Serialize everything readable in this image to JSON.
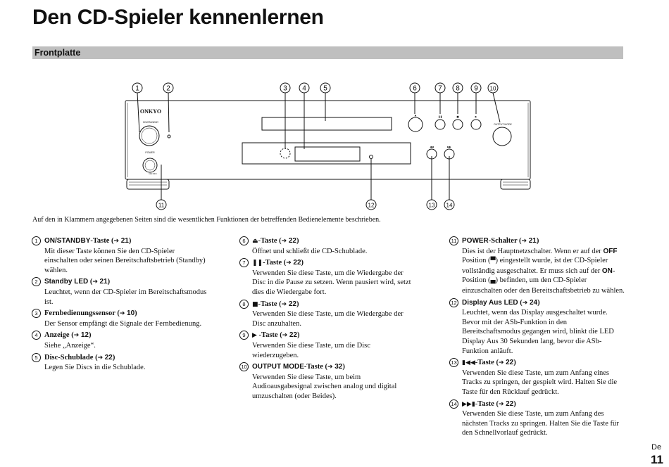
{
  "header": {
    "title": "Den CD-Spieler kennenlernen",
    "section": "Frontplatte"
  },
  "diagram": {
    "brand": "ONKYO",
    "label_on_standby": "ON/STANDBY",
    "label_power": "POWER",
    "label_power_switch": "ON  OFF",
    "label_output_mode": "OUTPUT MODE",
    "callouts": [
      "1",
      "2",
      "3",
      "4",
      "5",
      "6",
      "7",
      "8",
      "9",
      "10",
      "11",
      "12",
      "13",
      "14"
    ]
  },
  "intro": "Auf den in Klammern angegebenen Seiten sind die wesentlichen Funktionen der betreffenden Bedienelemente beschrieben.",
  "items": [
    {
      "num": "1",
      "name": "ON/STANDBY",
      "suffix": "-Taste (",
      "arrow": "➔",
      "ref": "21",
      "close": ")",
      "text": "Mit dieser Taste können Sie den CD-Spieler einschalten oder seinen Bereitschaftsbetrieb (Standby) wählen."
    },
    {
      "num": "2",
      "name": "Standby LED",
      "suffix": " (",
      "arrow": "➔",
      "ref": "21",
      "close": ")",
      "text": "Leuchtet, wenn der CD-Spieler im Bereitschaftsmodus ist."
    },
    {
      "num": "3",
      "name": "Fernbedienungssensor",
      "suffix": " (",
      "arrow": "➔",
      "ref": "10",
      "close": ")",
      "text": "Der Sensor empfängt die Signale der Fernbedienung."
    },
    {
      "num": "4",
      "name": "Anzeige",
      "suffix": " (",
      "arrow": "➔",
      "ref": "12",
      "close": ")",
      "text": "Siehe „Anzeige“."
    },
    {
      "num": "5",
      "name": "Disc-Schublade",
      "suffix": " (",
      "arrow": "➔",
      "ref": "22",
      "close": ")",
      "text": "Legen Sie Discs in die Schublade."
    },
    {
      "num": "6",
      "symbol": "⏏",
      "suffix": "-Taste (",
      "arrow": "➔",
      "ref": "22",
      "close": ")",
      "text": "Öffnet und schließt die CD-Schublade."
    },
    {
      "num": "7",
      "symbol": "❚❚",
      "suffix": "-Taste (",
      "arrow": "➔",
      "ref": "22",
      "close": ")",
      "text": "Verwenden Sie diese Taste, um die Wiedergabe der Disc in die Pause zu setzen. Wenn pausiert wird, setzt dies die Wiedergabe fort."
    },
    {
      "num": "8",
      "symbol": "■",
      "suffix": "-Taste (",
      "arrow": "➔",
      "ref": "22",
      "close": ")",
      "text": "Verwenden Sie diese Taste, um die Wiedergabe der Disc anzuhalten."
    },
    {
      "num": "9",
      "symbol": "▶",
      "suffix": " -Taste (",
      "arrow": "➔",
      "ref": "22",
      "close": ")",
      "text": "Verwenden Sie diese Taste, um die Disc wiederzugeben."
    },
    {
      "num": "10",
      "name": "OUTPUT MODE",
      "suffix": "-Taste (",
      "arrow": "➔",
      "ref": "32",
      "close": ")",
      "text": "Verwenden Sie diese Taste, um beim Audioausgabesignal zwischen analog und digital umzuschalten (oder Beides)."
    },
    {
      "num": "11",
      "name": "POWER",
      "suffix": "-Schalter (",
      "arrow": "➔",
      "ref": "21",
      "close": ")",
      "t1": "Dies ist der Hauptnetzschalter. Wenn er auf der ",
      "b1": "OFF",
      "t2": " Position (",
      "g1": "▀",
      "t3": ") eingestellt wurde, ist der CD-Spieler vollständig ausgeschaltet. Er muss sich auf der ",
      "b2": "ON",
      "t4": "-Position (",
      "g2": "▄",
      "t5": ") befinden, um den CD-Spieler einzuschalten oder den Bereitschaftsbetrieb zu wählen."
    },
    {
      "num": "12",
      "name": "Display Aus LED",
      "suffix": " (",
      "arrow": "➔",
      "ref": "24",
      "close": ")",
      "text": "Leuchtet, wenn das Display ausgeschaltet wurde. Bevor mit der ASb-Funktion in den Bereitschaftsmodus gegangen wird, blinkt die LED Display Aus 30 Sekunden lang, bevor die ASb-Funktion anläuft."
    },
    {
      "num": "13",
      "symbol": "▮◀◀",
      "suffix": "-Taste (",
      "arrow": "➔",
      "ref": "22",
      "close": ")",
      "text": "Verwenden Sie diese Taste, um zum Anfang eines Tracks zu springen, der gespielt wird. Halten Sie die Taste für den Rücklauf gedrückt."
    },
    {
      "num": "14",
      "symbol": "▶▶▮",
      "suffix": "-Taste (",
      "arrow": "➔",
      "ref": "22",
      "close": ")",
      "text": "Verwenden Sie diese Taste, um zum Anfang des nächsten Tracks zu springen. Halten Sie die Taste für den Schnellvorlauf gedrückt."
    }
  ],
  "footer": {
    "lang": "De",
    "page": "11"
  }
}
